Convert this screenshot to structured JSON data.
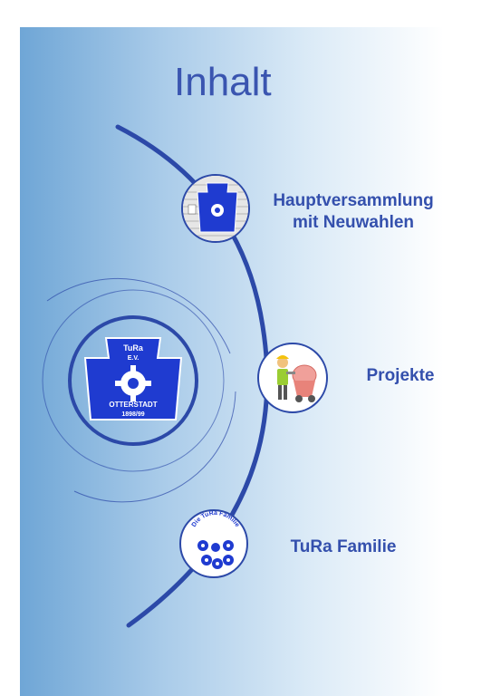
{
  "page": {
    "title": "Inhalt"
  },
  "items": [
    {
      "label_line1": "Hauptversammlung",
      "label_line2": "mit Neuwahlen",
      "icon": "club-badge-on-paper-icon"
    },
    {
      "label": "Projekte",
      "icon": "construction-worker-cement-mixer-icon"
    },
    {
      "label": "TuRa Familie",
      "icon": "tura-family-icon"
    }
  ],
  "badge": {
    "line1": "TuRa",
    "line2": "E.V.",
    "line3": "OTTERSTADT",
    "line4": "1898/99"
  },
  "family_logo": {
    "text": "Die TuRa Familie"
  },
  "colors": {
    "accent": "#2c49a8",
    "title": "#3a55b0",
    "badge_blue": "#1f3bd0"
  }
}
